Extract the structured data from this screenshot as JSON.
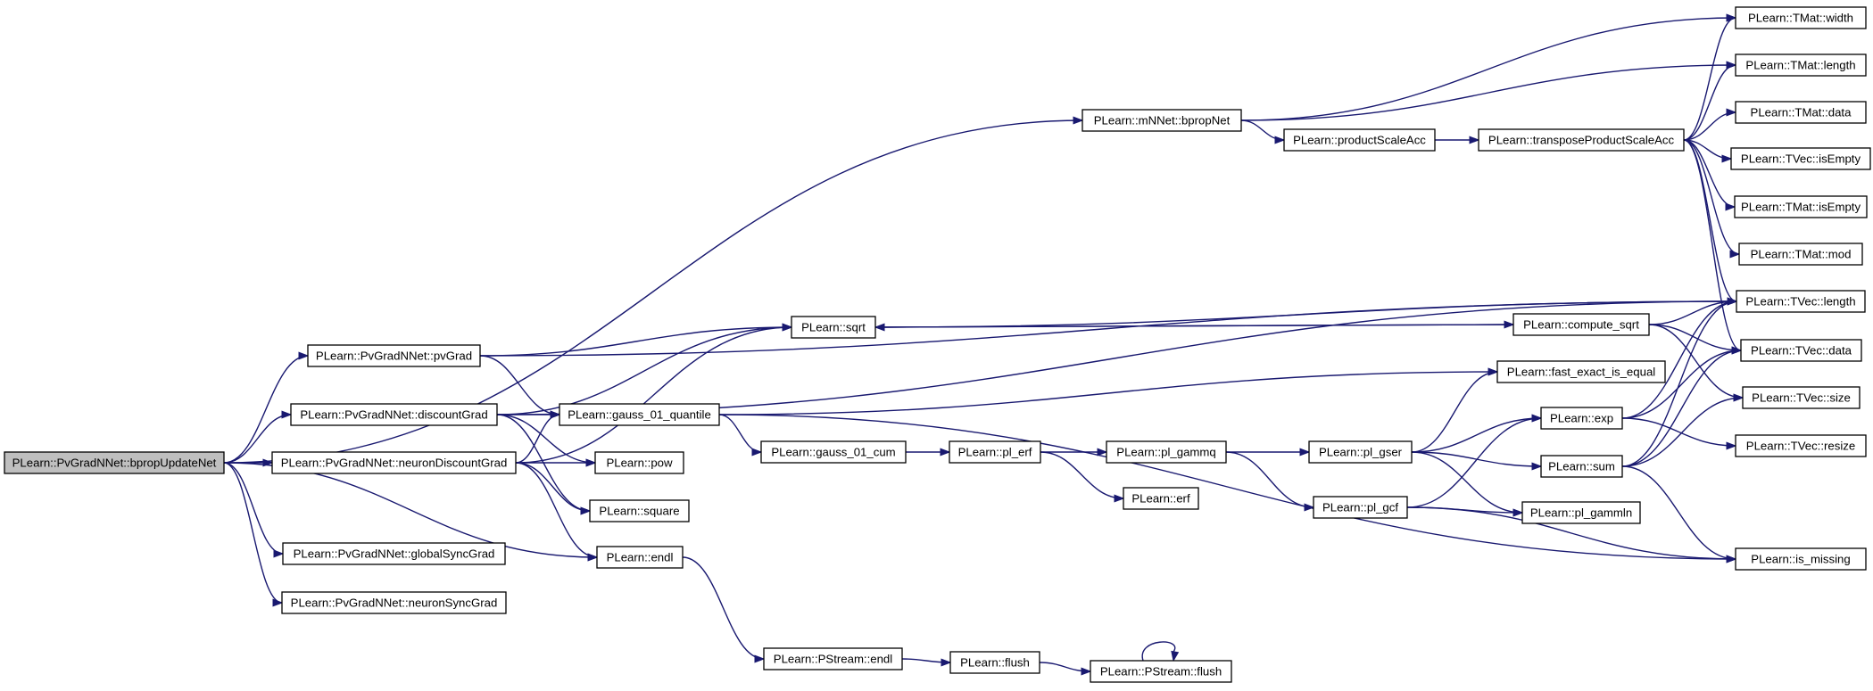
{
  "nodes": [
    {
      "id": "bpropUpdateNet",
      "label": "PLearn::PvGradNNet::bpropUpdateNet",
      "root": true
    },
    {
      "id": "pvGrad",
      "label": "PLearn::PvGradNNet::pvGrad"
    },
    {
      "id": "discountGrad",
      "label": "PLearn::PvGradNNet::discountGrad"
    },
    {
      "id": "neuronDiscountGrad",
      "label": "PLearn::PvGradNNet::neuronDiscountGrad"
    },
    {
      "id": "globalSyncGrad",
      "label": "PLearn::PvGradNNet::globalSyncGrad"
    },
    {
      "id": "neuronSyncGrad",
      "label": "PLearn::PvGradNNet::neuronSyncGrad"
    },
    {
      "id": "sqrt",
      "label": "PLearn::sqrt"
    },
    {
      "id": "gauss_01_quantile",
      "label": "PLearn::gauss_01_quantile"
    },
    {
      "id": "pow",
      "label": "PLearn::pow"
    },
    {
      "id": "square",
      "label": "PLearn::square"
    },
    {
      "id": "endl",
      "label": "PLearn::endl"
    },
    {
      "id": "bpropNet",
      "label": "PLearn::mNNet::bpropNet"
    },
    {
      "id": "productScaleAcc",
      "label": "PLearn::productScaleAcc"
    },
    {
      "id": "transposeProductScaleAcc",
      "label": "PLearn::transposeProductScaleAcc"
    },
    {
      "id": "compute_sqrt",
      "label": "PLearn::compute_sqrt"
    },
    {
      "id": "fast_exact_is_equal",
      "label": "PLearn::fast_exact_is_equal"
    },
    {
      "id": "gauss_01_cum",
      "label": "PLearn::gauss_01_cum"
    },
    {
      "id": "pl_erf",
      "label": "PLearn::pl_erf"
    },
    {
      "id": "pl_gammq",
      "label": "PLearn::pl_gammq"
    },
    {
      "id": "erf",
      "label": "PLearn::erf"
    },
    {
      "id": "pl_gser",
      "label": "PLearn::pl_gser"
    },
    {
      "id": "pl_gcf",
      "label": "PLearn::pl_gcf"
    },
    {
      "id": "exp",
      "label": "PLearn::exp"
    },
    {
      "id": "sum",
      "label": "PLearn::sum"
    },
    {
      "id": "pl_gammln",
      "label": "PLearn::pl_gammln"
    },
    {
      "id": "PStream_endl",
      "label": "PLearn::PStream::endl"
    },
    {
      "id": "flush",
      "label": "PLearn::flush"
    },
    {
      "id": "PStream_flush",
      "label": "PLearn::PStream::flush"
    },
    {
      "id": "TMat_width",
      "label": "PLearn::TMat::width"
    },
    {
      "id": "TMat_length",
      "label": "PLearn::TMat::length"
    },
    {
      "id": "TMat_data",
      "label": "PLearn::TMat::data"
    },
    {
      "id": "TVec_isEmpty",
      "label": "PLearn::TVec::isEmpty"
    },
    {
      "id": "TMat_isEmpty",
      "label": "PLearn::TMat::isEmpty"
    },
    {
      "id": "TMat_mod",
      "label": "PLearn::TMat::mod"
    },
    {
      "id": "TVec_length",
      "label": "PLearn::TVec::length"
    },
    {
      "id": "TVec_data",
      "label": "PLearn::TVec::data"
    },
    {
      "id": "TVec_size",
      "label": "PLearn::TVec::size"
    },
    {
      "id": "TVec_resize",
      "label": "PLearn::TVec::resize"
    },
    {
      "id": "is_missing",
      "label": "PLearn::is_missing"
    }
  ],
  "edges": [
    [
      "bpropUpdateNet",
      "bpropNet"
    ],
    [
      "bpropUpdateNet",
      "pvGrad"
    ],
    [
      "bpropUpdateNet",
      "discountGrad"
    ],
    [
      "bpropUpdateNet",
      "neuronDiscountGrad"
    ],
    [
      "bpropUpdateNet",
      "endl"
    ],
    [
      "bpropUpdateNet",
      "globalSyncGrad"
    ],
    [
      "bpropUpdateNet",
      "neuronSyncGrad"
    ],
    [
      "pvGrad",
      "TVec_length"
    ],
    [
      "pvGrad",
      "sqrt"
    ],
    [
      "pvGrad",
      "gauss_01_quantile"
    ],
    [
      "discountGrad",
      "TVec_length"
    ],
    [
      "discountGrad",
      "sqrt"
    ],
    [
      "discountGrad",
      "gauss_01_quantile"
    ],
    [
      "discountGrad",
      "pow"
    ],
    [
      "discountGrad",
      "square"
    ],
    [
      "neuronDiscountGrad",
      "sqrt"
    ],
    [
      "neuronDiscountGrad",
      "gauss_01_quantile"
    ],
    [
      "neuronDiscountGrad",
      "pow"
    ],
    [
      "neuronDiscountGrad",
      "square"
    ],
    [
      "neuronDiscountGrad",
      "endl"
    ],
    [
      "bpropNet",
      "TMat_width"
    ],
    [
      "bpropNet",
      "TMat_length"
    ],
    [
      "bpropNet",
      "productScaleAcc"
    ],
    [
      "productScaleAcc",
      "transposeProductScaleAcc"
    ],
    [
      "transposeProductScaleAcc",
      "TMat_width"
    ],
    [
      "transposeProductScaleAcc",
      "TMat_length"
    ],
    [
      "transposeProductScaleAcc",
      "TMat_data"
    ],
    [
      "transposeProductScaleAcc",
      "TVec_isEmpty"
    ],
    [
      "transposeProductScaleAcc",
      "TMat_isEmpty"
    ],
    [
      "transposeProductScaleAcc",
      "TMat_mod"
    ],
    [
      "transposeProductScaleAcc",
      "TVec_length"
    ],
    [
      "transposeProductScaleAcc",
      "TVec_data"
    ],
    [
      "sqrt",
      "compute_sqrt"
    ],
    [
      "sqrt",
      "TVec_length"
    ],
    [
      "compute_sqrt",
      "sqrt"
    ],
    [
      "compute_sqrt",
      "TVec_length"
    ],
    [
      "compute_sqrt",
      "TVec_data"
    ],
    [
      "compute_sqrt",
      "TVec_size"
    ],
    [
      "gauss_01_quantile",
      "fast_exact_is_equal"
    ],
    [
      "gauss_01_quantile",
      "gauss_01_cum"
    ],
    [
      "gauss_01_quantile",
      "is_missing"
    ],
    [
      "gauss_01_cum",
      "pl_erf"
    ],
    [
      "pl_erf",
      "pl_gammq"
    ],
    [
      "pl_erf",
      "erf"
    ],
    [
      "pl_gammq",
      "pl_gser"
    ],
    [
      "pl_gammq",
      "pl_gcf"
    ],
    [
      "pl_gser",
      "fast_exact_is_equal"
    ],
    [
      "pl_gser",
      "exp"
    ],
    [
      "pl_gser",
      "sum"
    ],
    [
      "pl_gser",
      "pl_gammln"
    ],
    [
      "pl_gcf",
      "exp"
    ],
    [
      "pl_gcf",
      "pl_gammln"
    ],
    [
      "pl_gcf",
      "is_missing"
    ],
    [
      "exp",
      "TVec_length"
    ],
    [
      "exp",
      "TVec_data"
    ],
    [
      "exp",
      "TVec_resize"
    ],
    [
      "sum",
      "TVec_length"
    ],
    [
      "sum",
      "TVec_data"
    ],
    [
      "sum",
      "TVec_size"
    ],
    [
      "sum",
      "is_missing"
    ],
    [
      "endl",
      "PStream_endl"
    ],
    [
      "PStream_endl",
      "flush"
    ],
    [
      "flush",
      "PStream_flush"
    ],
    [
      "PStream_flush",
      "PStream_flush"
    ]
  ]
}
